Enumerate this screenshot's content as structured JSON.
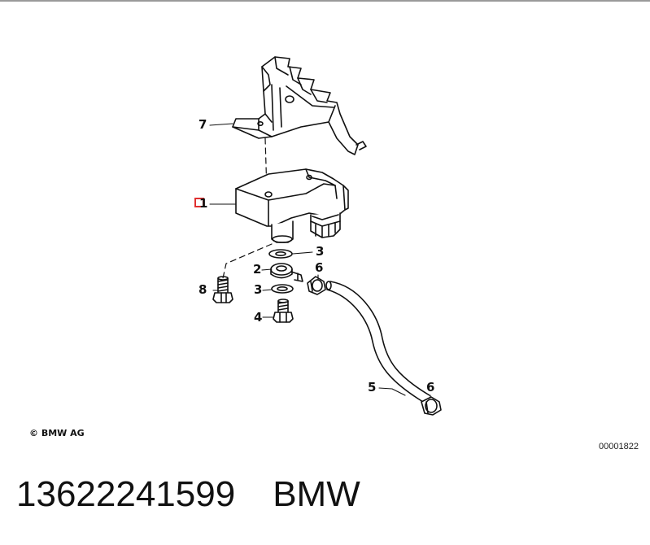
{
  "diagram": {
    "callouts": [
      {
        "id": "c7",
        "label": "7"
      },
      {
        "id": "c1",
        "label": "1"
      },
      {
        "id": "c3a",
        "label": "3"
      },
      {
        "id": "c2",
        "label": "2"
      },
      {
        "id": "c6a",
        "label": "6"
      },
      {
        "id": "c8",
        "label": "8"
      },
      {
        "id": "c3b",
        "label": "3"
      },
      {
        "id": "c4",
        "label": "4"
      },
      {
        "id": "c5",
        "label": "5"
      },
      {
        "id": "c6b",
        "label": "6"
      }
    ],
    "highlight_color": "#e03030",
    "copyright": "© BMW AG",
    "drawing_number": "00001822"
  },
  "caption": {
    "part_number": "13622241599",
    "brand": "BMW"
  }
}
